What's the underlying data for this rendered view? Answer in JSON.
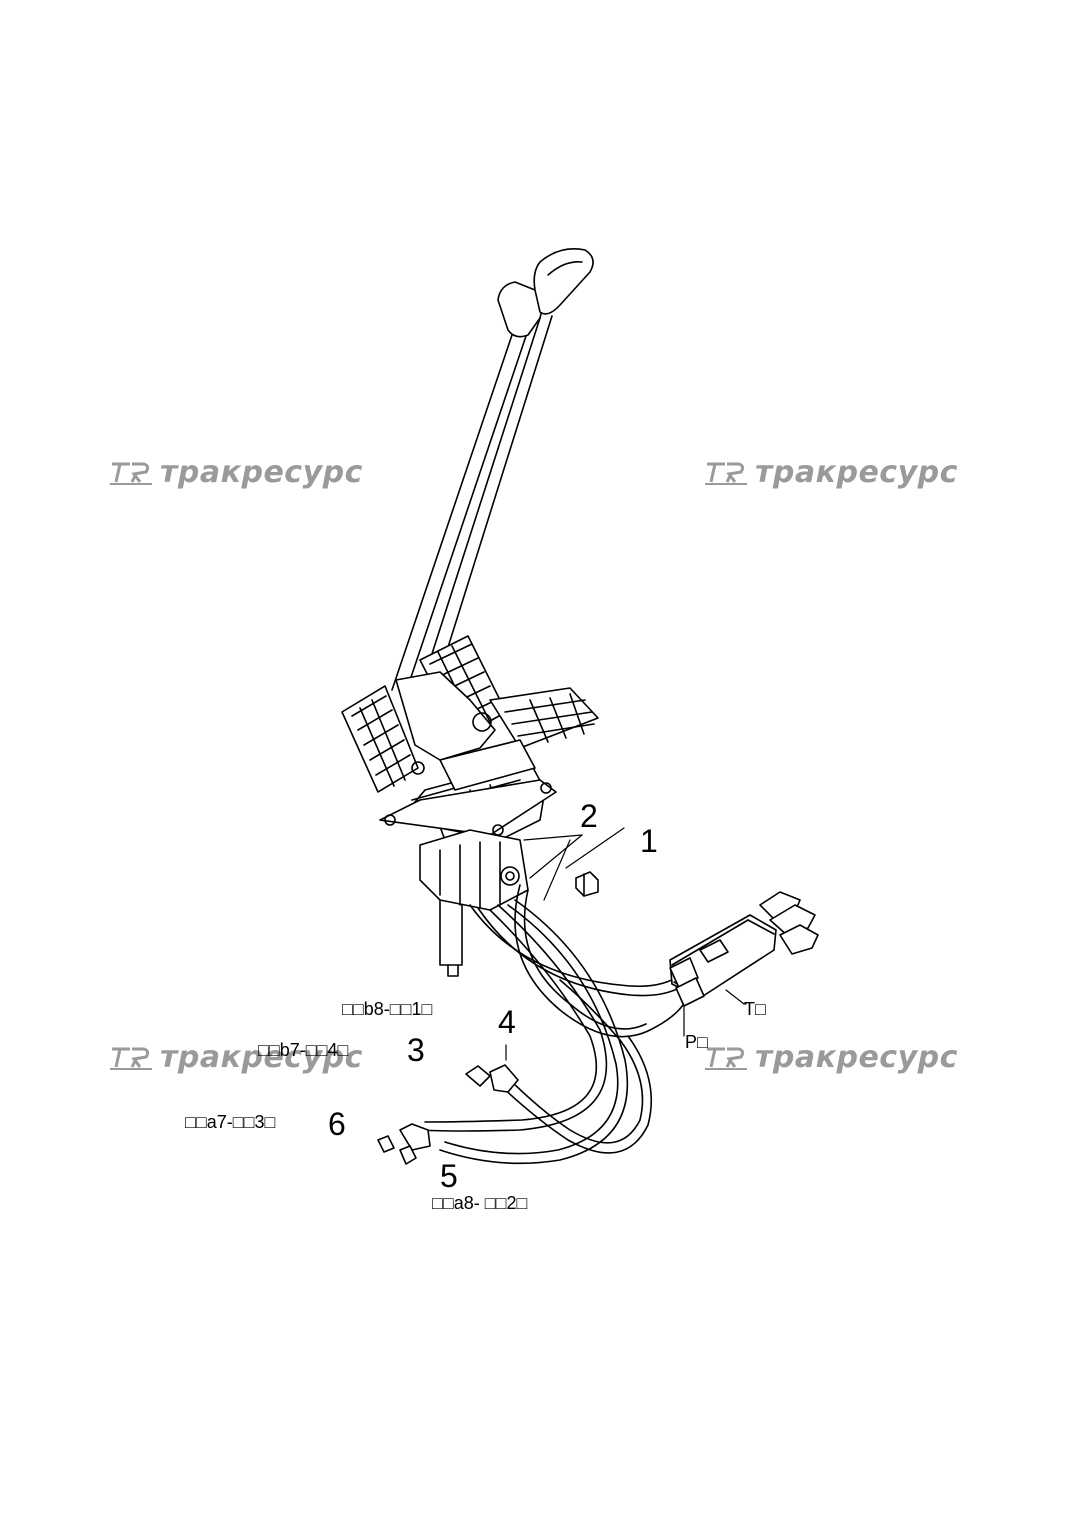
{
  "watermark": {
    "text": "тракресурс",
    "color": "#9a9a9a"
  },
  "parts": [
    "1",
    "2",
    "3",
    "4",
    "5",
    "6"
  ],
  "port_labels": {
    "b8": "□□b8-□□1□",
    "b7": "□□b7-□□4□",
    "a7": "□□a7-□□3□",
    "a8": "□□a8- □□2□",
    "t": "T□",
    "p": "P□"
  }
}
